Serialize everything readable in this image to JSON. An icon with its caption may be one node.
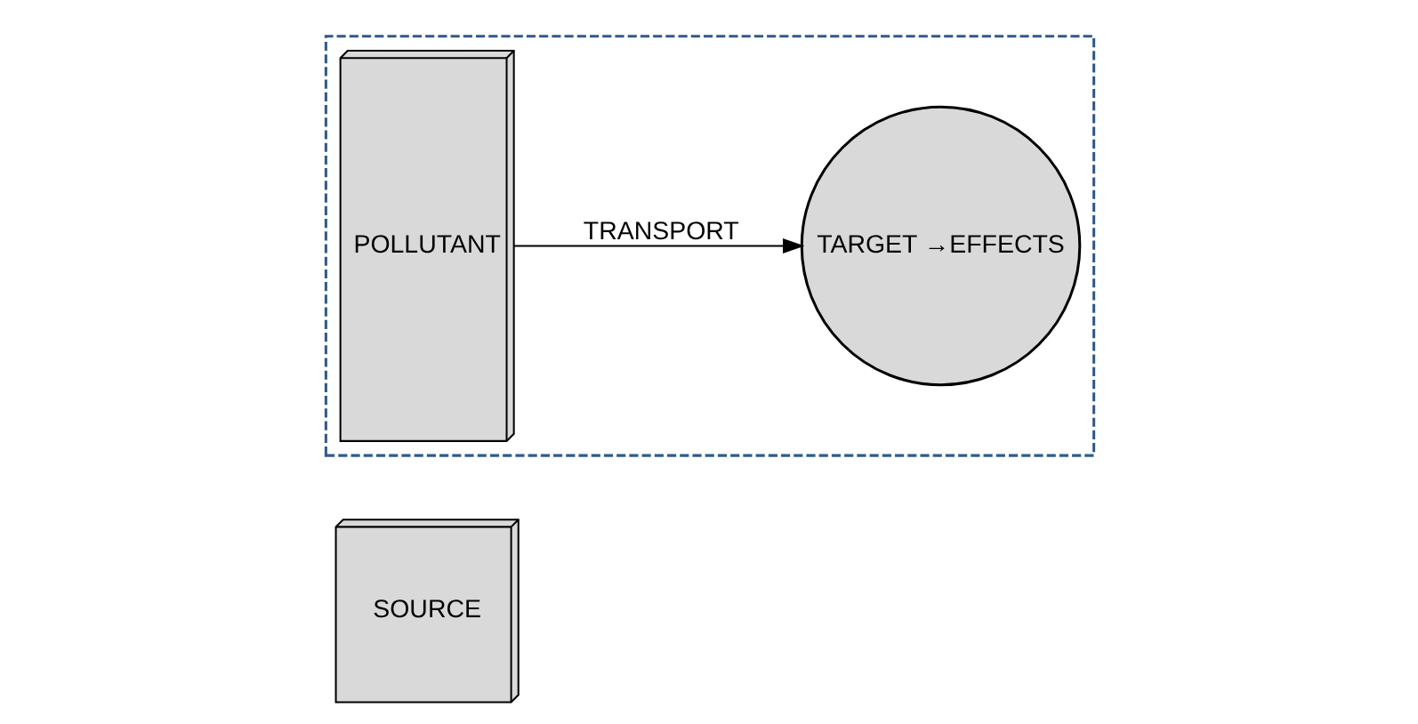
{
  "diagram": {
    "nodes": [
      {
        "text": [
          "SOURCE"
        ]
      },
      {
        "text": [],
        "shape": "box"
      },
      {
        "text": [
          "POLLUTANT"
        ],
        "in": 1
      },
      {
        "text": [
          "TARGET →EFFECTS"
        ],
        "in": 1
      }
    ],
    "edges": [
      {
        "from": 2,
        "to": 3,
        "arrow": "to",
        "label": "TRANSPORT"
      }
    ]
  }
}
